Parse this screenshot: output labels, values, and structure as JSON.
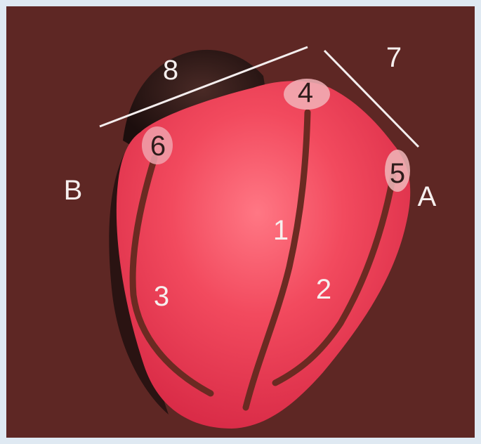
{
  "diagram": {
    "background_color": "#5e2724",
    "heart_color": "#f03e55",
    "groove_color": "#6b2a22",
    "labels": {
      "n1": "1",
      "n2": "2",
      "n3": "3",
      "n4": "4",
      "n5": "5",
      "n6": "6",
      "n7": "7",
      "n8": "8",
      "A": "A",
      "B": "B"
    }
  }
}
